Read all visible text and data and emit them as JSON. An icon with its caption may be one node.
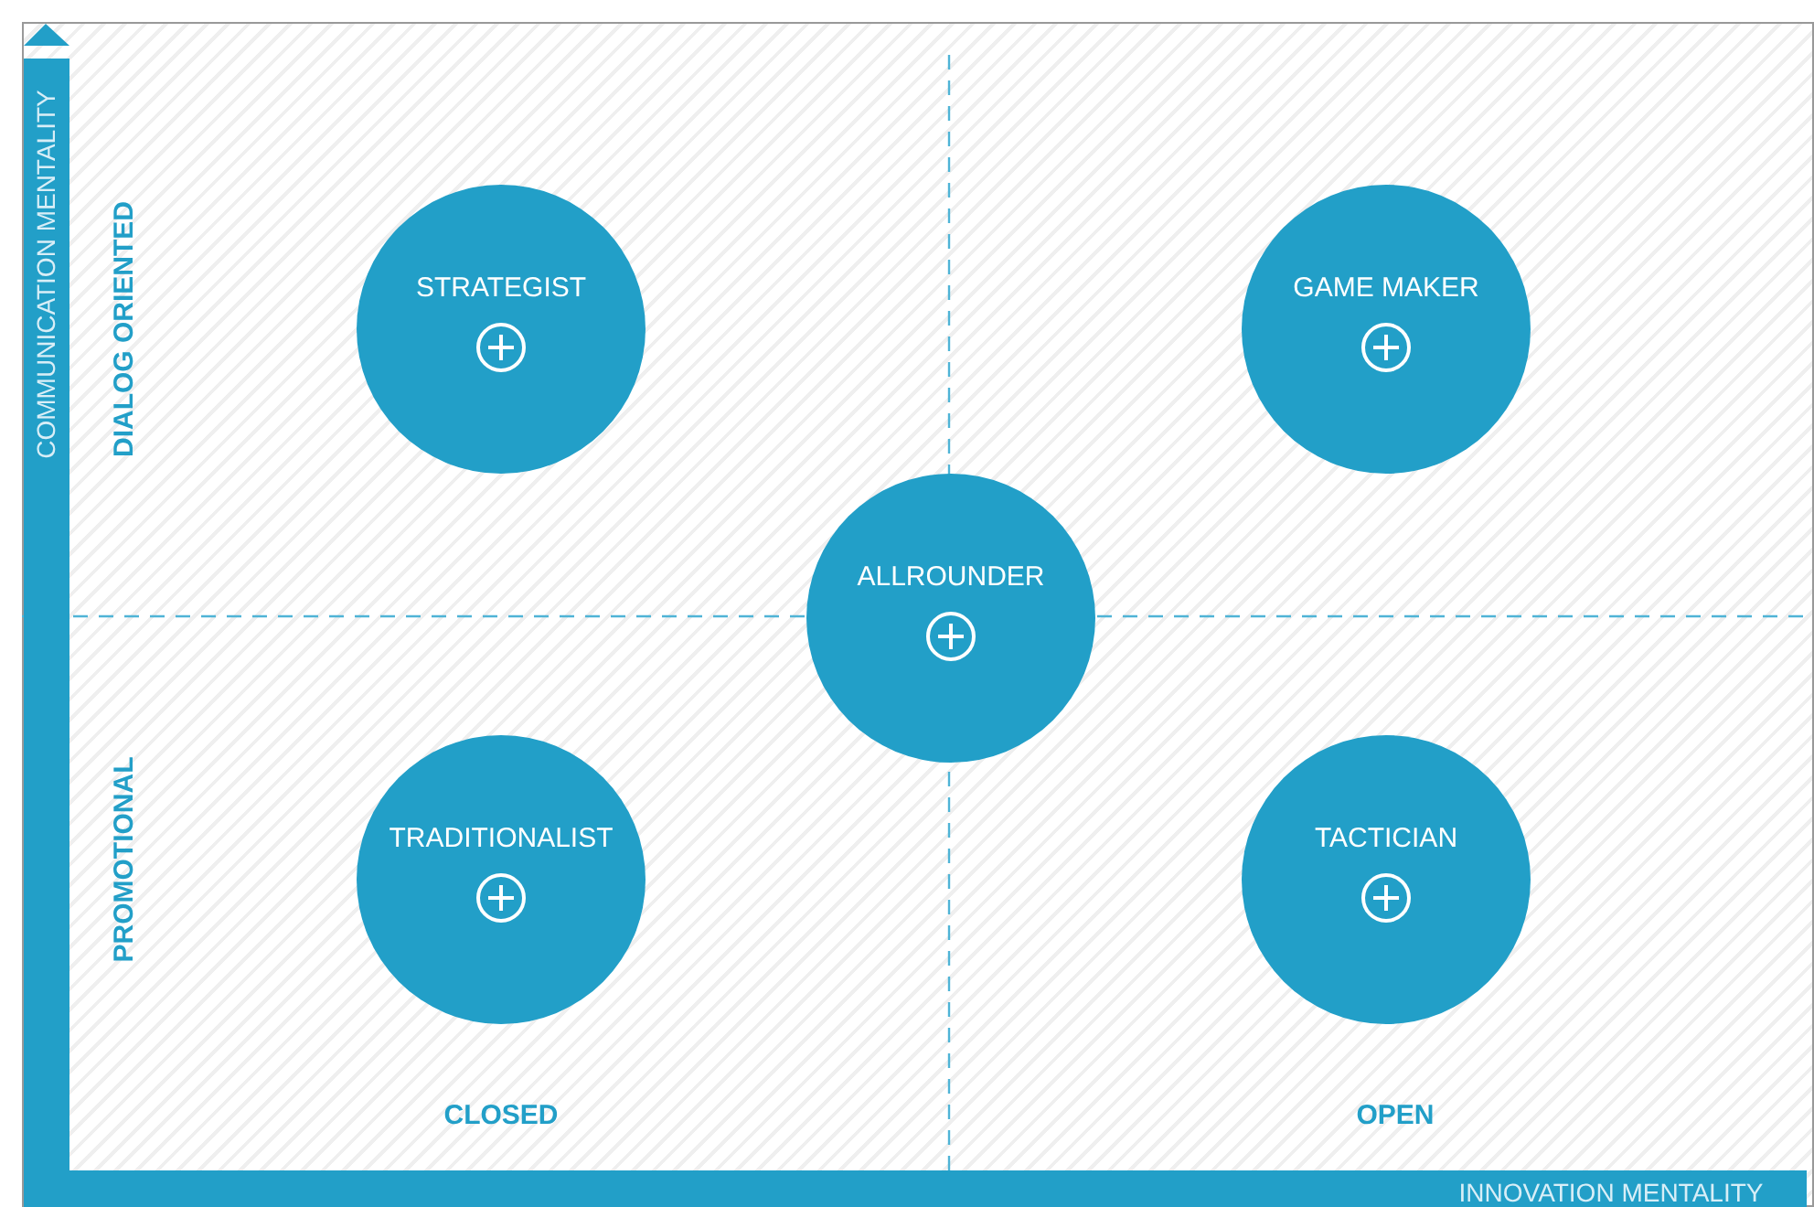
{
  "diagram": {
    "nodes": [
      {
        "text": [
          "STRATEGIST"
        ]
      },
      {
        "text": [
          "GAME MAKER"
        ]
      },
      {
        "text": [
          "ALLROUNDER"
        ]
      },
      {
        "text": [
          "TRADITIONALIST"
        ]
      },
      {
        "text": [
          "TACTICIAN"
        ]
      }
    ],
    "labels": [
      "COMMUNICATION MENTALITY",
      "DIALOG ORIENTED",
      "PROMOTIONAL",
      "CLOSED",
      "OPEN",
      "INNOVATION MENTALITY"
    ]
  }
}
